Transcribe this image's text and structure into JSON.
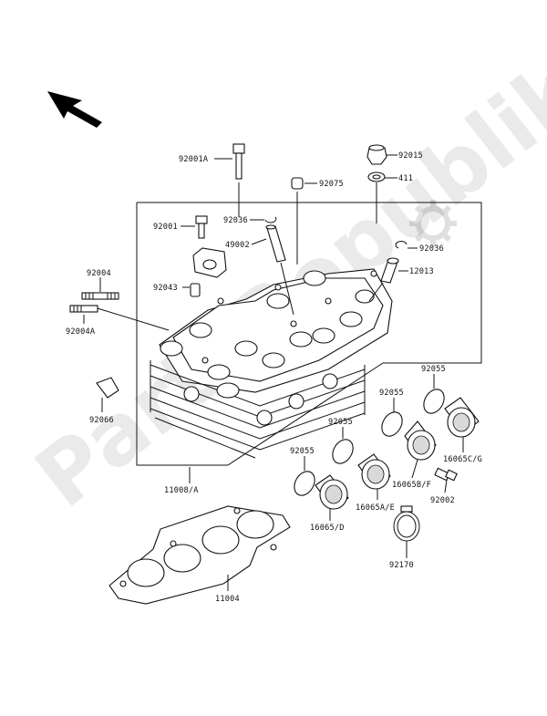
{
  "watermark": {
    "text": "PartsRepublik"
  },
  "labels": {
    "p92001A": "92001A",
    "p92015": "92015",
    "p92075": "92075",
    "p411": "411",
    "p92036a": "92036",
    "p92001": "92001",
    "p92036b": "92036",
    "p49002": "49002",
    "p12013": "12013",
    "p92004": "92004",
    "p92043": "92043",
    "p92004A": "92004A",
    "p92055a": "92055",
    "p92055b": "92055",
    "p92066": "92066",
    "p92055c": "92055",
    "p16065CG": "16065C/G",
    "p92055d": "92055",
    "p16065BF": "16065B/F",
    "p11008A": "11008/A",
    "p16065AE": "16065A/E",
    "p92002": "92002",
    "p16065D": "16065/D",
    "p92170": "92170",
    "p11004": "11004"
  },
  "icons": {
    "arrow": "front-direction-arrow-icon",
    "gear": "gear-icon"
  }
}
